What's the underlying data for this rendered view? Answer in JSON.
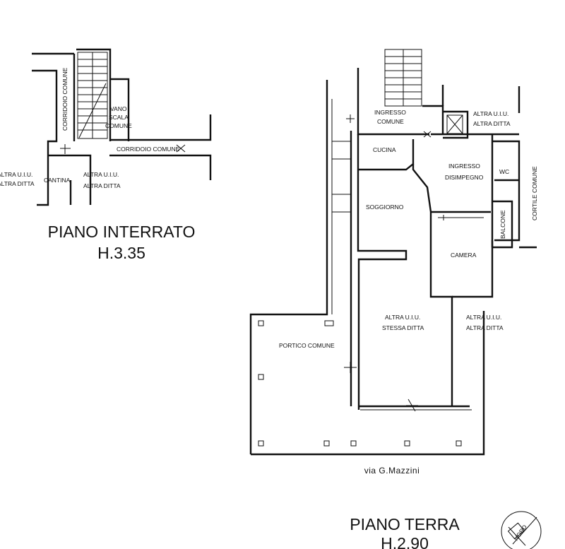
{
  "basement": {
    "title": "PIANO INTERRATO",
    "height": "H.3.35",
    "labels": {
      "corridoio_comune_vertical": "CORRIDOIO COMUNE",
      "vano_scala_1": "VANO",
      "vano_scala_2": "SCALA",
      "vano_scala_3": "COMUNE",
      "corridoio_comune": "CORRIDOIO COMUNE",
      "cantina": "CANTINA",
      "altra_left_1": "ALTRA U.I.U.",
      "altra_left_2": "ALTRA DITTA",
      "altra_right_1": "ALTRA U.I.U.",
      "altra_right_2": "ALTRA DITTA"
    }
  },
  "ground": {
    "title": "PIANO TERRA",
    "height": "H.2.90",
    "labels": {
      "ingresso_comune_1": "INGRESSO",
      "ingresso_comune_2": "COMUNE",
      "altra_top_1": "ALTRA U.I.U.",
      "altra_top_2": "ALTRA DITTA",
      "cucina": "CUCINA",
      "ingresso_disimpegno_1": "INGRESSO",
      "ingresso_disimpegno_2": "DISIMPEGNO",
      "wc": "WC",
      "cortile_comune": "CORTILE COMUNE",
      "soggiorno": "SOGGIORNO",
      "balcone": "BALCONE",
      "camera": "CAMERA",
      "stessa_1": "ALTRA U.I.U.",
      "stessa_2": "STESSA DITTA",
      "altra_right_1": "ALTRA U.I.U.",
      "altra_right_2": "ALTRA DITTA",
      "portico_comune": "PORTICO COMUNE"
    },
    "street": "via G.Mazzini"
  },
  "north_label": "NORD"
}
